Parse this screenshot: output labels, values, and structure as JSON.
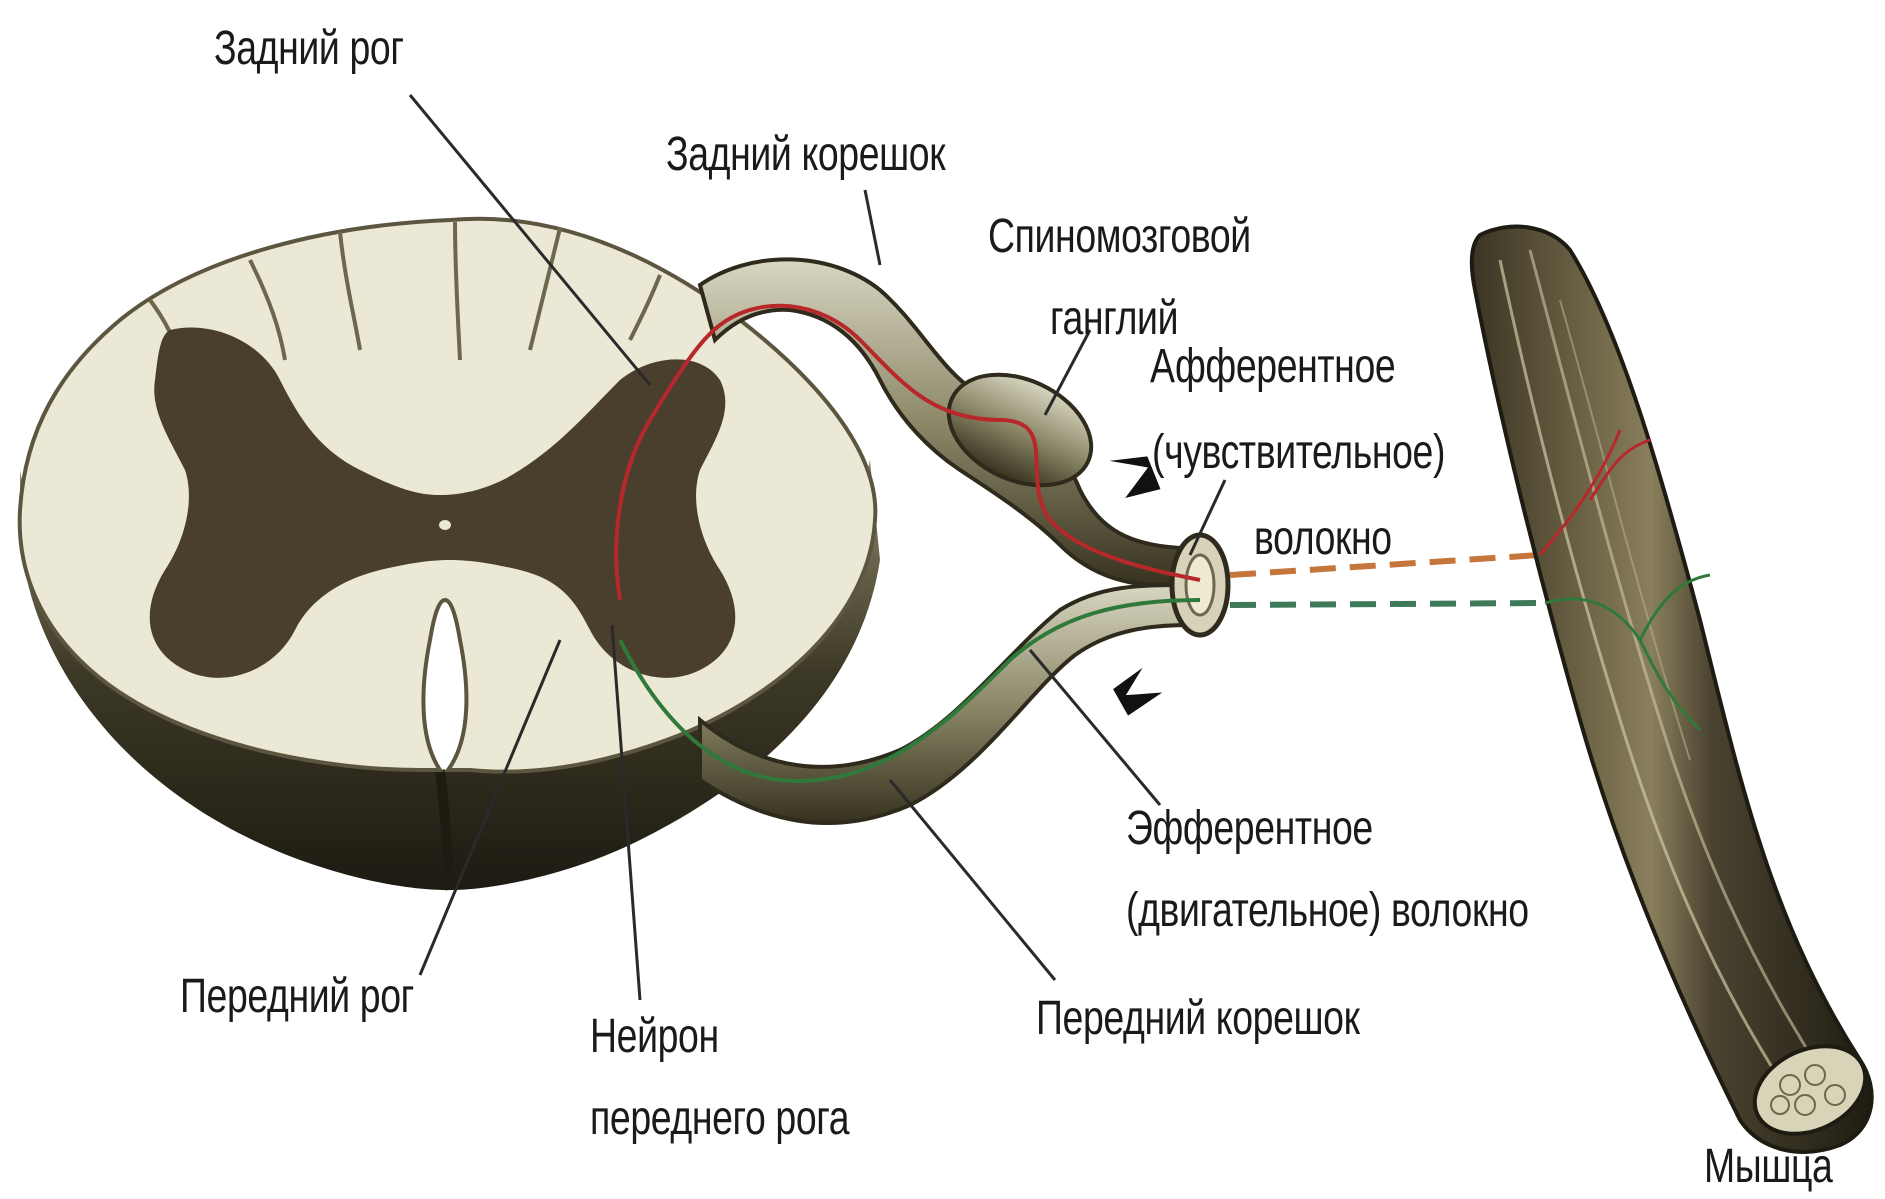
{
  "labels": {
    "dorsal_horn": "Задний рог",
    "dorsal_root": "Задний корешок",
    "spinal_ganglion_line1": "Спиномозговой",
    "spinal_ganglion_line2": "ганглий",
    "afferent_fiber_line1": "Афферентное",
    "afferent_fiber_line2": "(чувствительное)",
    "afferent_fiber_line3": "волокно",
    "efferent_fiber_line1": "Эфферентное",
    "efferent_fiber_line2": "(двигательное) волокно",
    "ventral_horn": "Передний рог",
    "motor_neuron_line1": "Нейрон",
    "motor_neuron_line2": "переднего рога",
    "ventral_root": "Передний корешок",
    "muscle": "Мышца"
  },
  "colors": {
    "afferent_path": "#b8282a",
    "efferent_path": "#2f7a3a",
    "gray_matter": "#4a3f2c",
    "white_matter": "#ece8d6",
    "tissue_dark": "#2e2a1c"
  }
}
